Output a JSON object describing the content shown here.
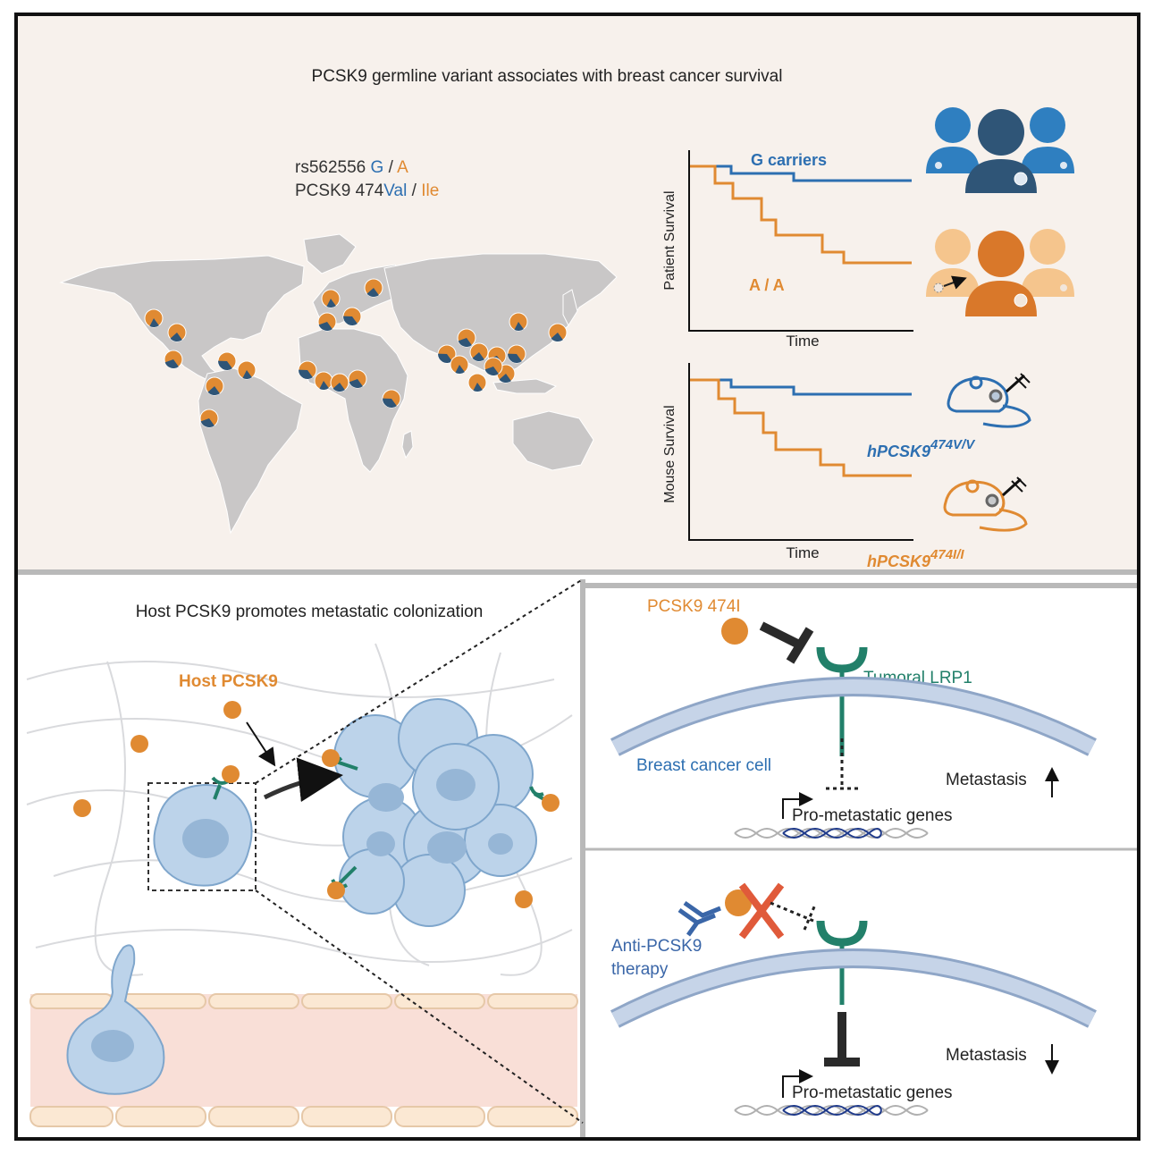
{
  "colors": {
    "frame": "#111111",
    "top_bg": "#f7f1ec",
    "divider": "#b9b9b9",
    "orange": "#e08a32",
    "blue": "#2d6fb1",
    "dark_blue": "#2f5577",
    "green": "#22806a",
    "gray_map": "#c9c7c7",
    "cell": "#bcd3ea",
    "cell_stroke": "#7fa6cc",
    "membrane": "#c6d4e8",
    "vessel": "#f9dfd7",
    "dark_bar": "#2a2a2a",
    "red_x": "#e05a3a"
  },
  "top": {
    "title": "PCSK9 germline variant associates with breast cancer survival",
    "snp": {
      "prefix": "rs562556 ",
      "g": "G",
      "sep": " / ",
      "a": "A"
    },
    "aa": {
      "prefix": "PCSK9 474",
      "val": "Val",
      "sep": " / ",
      "ile": "Ile"
    }
  },
  "patient_plot": {
    "ylabel": "Patient Survival",
    "xlabel": "Time",
    "g_label": "G carriers",
    "a_label": "A / A"
  },
  "mouse_plot": {
    "ylabel": "Mouse Survival",
    "xlabel": "Time",
    "v_label": {
      "base": "hPCSK9",
      "sup": "474V/V"
    },
    "i_label": {
      "base": "hPCSK9",
      "sup": "474I/I"
    }
  },
  "bottom_left": {
    "title": "Host PCSK9 promotes metastatic colonization",
    "host_label": "Host PCSK9"
  },
  "bottom_right_top": {
    "ligand": "PCSK9 474I",
    "receptor": "Tumoral LRP1",
    "cell": "Breast cancer cell",
    "genes": "Pro-metastatic genes",
    "outcome": "Metastasis"
  },
  "bottom_right_bottom": {
    "therapy_line1": "Anti-PCSK9",
    "therapy_line2": "therapy",
    "genes": "Pro-metastatic genes",
    "outcome": "Metastasis"
  }
}
